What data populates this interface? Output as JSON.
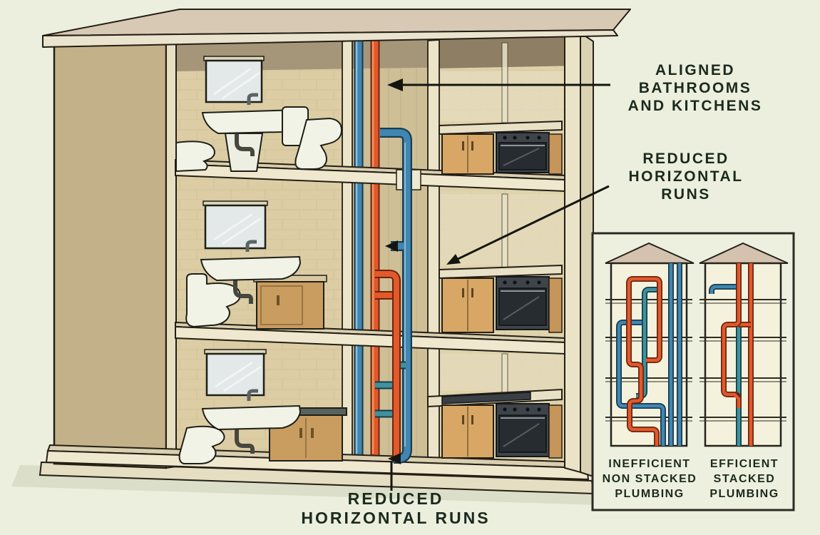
{
  "title": "Stacked plumbing building cutaway diagram",
  "annotations": {
    "aligned_bathrooms": {
      "lines": [
        "ALIGNED",
        "BATHROOMS",
        "AND KITCHENS"
      ]
    },
    "reduced_runs_right": {
      "lines": [
        "REDUCED",
        "HORIZONTAL",
        "RUNS"
      ]
    },
    "reduced_runs_bottom": {
      "lines": [
        "REDUCED",
        "HORIZONTAL RUNS"
      ]
    }
  },
  "inset": {
    "left_caption": {
      "lines": [
        "INEFFICIENT",
        "NON STACKED",
        "PLUMBING"
      ]
    },
    "right_caption": {
      "lines": [
        "EFFICIENT",
        "STACKED",
        "PLUMBING"
      ]
    }
  },
  "colors": {
    "background": "#ECEFDE",
    "ink": "#1C2A1E",
    "pipe_blue": "#4186B0",
    "pipe_blue_dark": "#173C52",
    "pipe_orange": "#E2592B",
    "pipe_orange_dark": "#6B2510",
    "pipe_teal": "#41919F",
    "wall_tan": "#C3B189",
    "interior_wall": "#DCCDA4",
    "kitchen_wall": "#DFD3AC",
    "roof": "#D8C9B4",
    "floor_slab": "#EFE8CF",
    "cabinet_wood": "#D8A766",
    "appliance_dark": "#3F444A",
    "fixture_white": "#F1F3E7",
    "inset_border": "#2B2B23"
  }
}
